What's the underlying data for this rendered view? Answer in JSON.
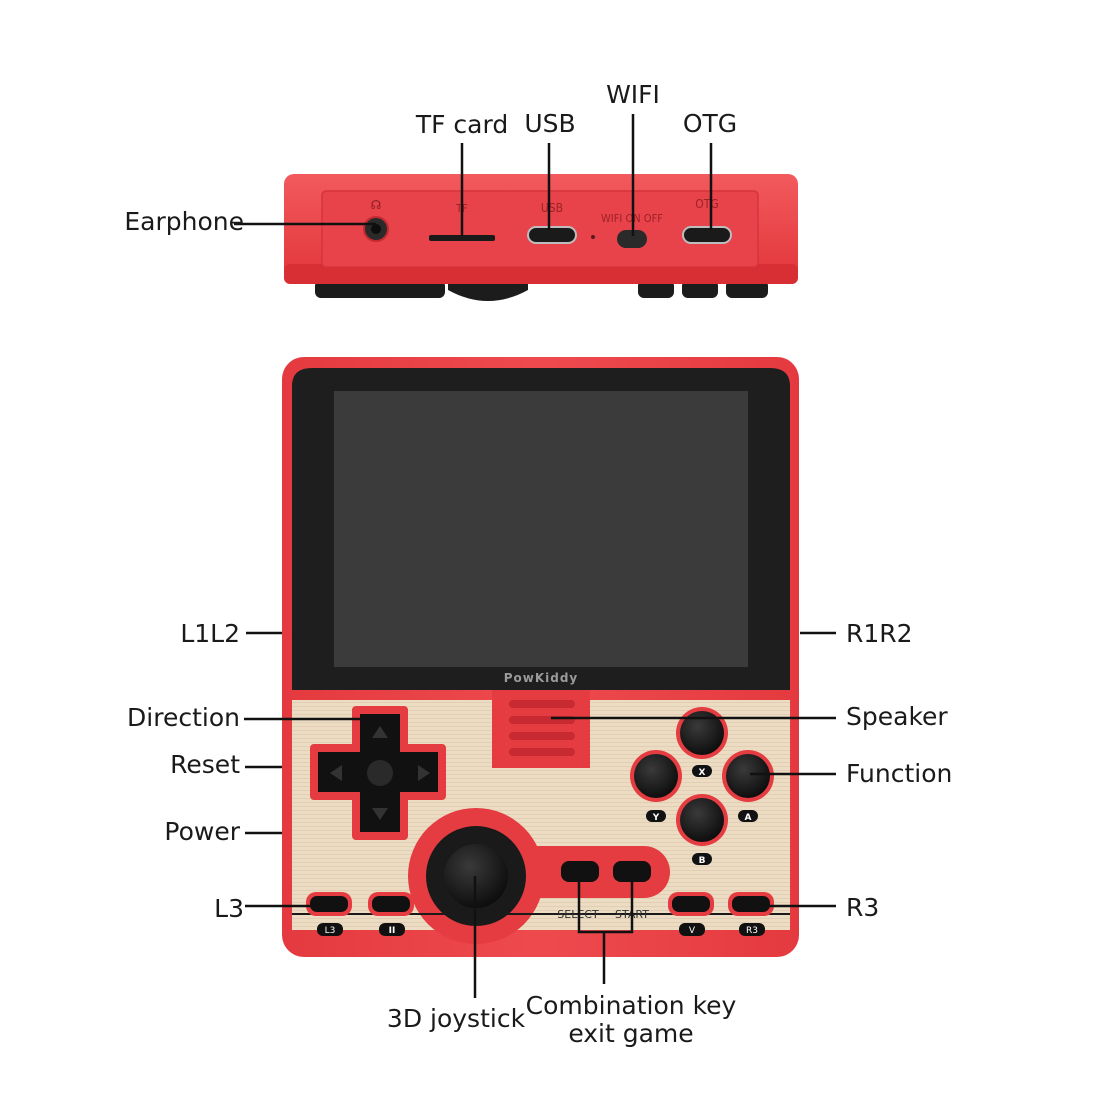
{
  "device": {
    "brand_logo": "PowKiddy",
    "port_prints": {
      "tf": "TF",
      "usb": "USB",
      "wifi": "WIFI ON OFF",
      "otg": "OTG"
    },
    "button_prints": {
      "x": "X",
      "y": "Y",
      "a": "A",
      "b": "B",
      "select": "SELECT",
      "start": "START",
      "l3": "L3",
      "pause": "II",
      "v": "V",
      "r3": "R3"
    }
  },
  "callouts": {
    "earphone": "Earphone",
    "tf_card": "TF card",
    "usb": "USB",
    "wifi": "WIFI",
    "otg": "OTG",
    "l1l2": "L1L2",
    "r1r2": "R1R2",
    "direction": "Direction",
    "reset": "Reset",
    "power": "Power",
    "l3": "L3",
    "speaker": "Speaker",
    "function": "Function",
    "r3": "R3",
    "joystick_3d": "3D joystick",
    "combo_line1": "Combination key",
    "combo_line2": "exit game"
  },
  "colors": {
    "shell_red": "#e8383d",
    "dark_red": "#b8232a",
    "screen_bezel": "#1f1f1f",
    "screen": "#3a3a3a",
    "panel_gold": "#ecdcc4",
    "button_black": "#111111"
  }
}
